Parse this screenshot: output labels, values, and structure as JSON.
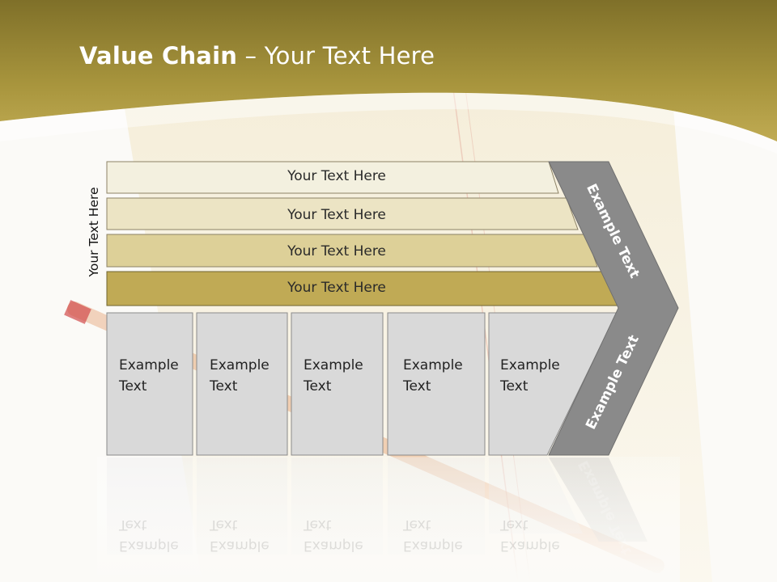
{
  "title": {
    "bold": "Value Chain",
    "rest": " – Your Text Here"
  },
  "side_label": "Your Text Here",
  "bars": [
    {
      "label": "Your Text Here"
    },
    {
      "label": "Your Text Here"
    },
    {
      "label": "Your Text Here"
    },
    {
      "label": "Your Text Here"
    }
  ],
  "boxes": [
    {
      "line1": "Example",
      "line2": "Text"
    },
    {
      "line1": "Example",
      "line2": "Text"
    },
    {
      "line1": "Example",
      "line2": "Text"
    },
    {
      "line1": "Example",
      "line2": "Text"
    },
    {
      "line1": "Example",
      "line2": "Text"
    }
  ],
  "chevron": {
    "upper": "Example Text",
    "lower": "Example Text"
  },
  "colors": {
    "header_dark": "#7f7029",
    "header_light": "#c0ab53",
    "bar1": "#f3f0df",
    "bar2": "#ece4c4",
    "bar3": "#ddd098",
    "bar4": "#c0aa55",
    "box": "#d9d9d9",
    "chevron": "#8a8a8a"
  }
}
